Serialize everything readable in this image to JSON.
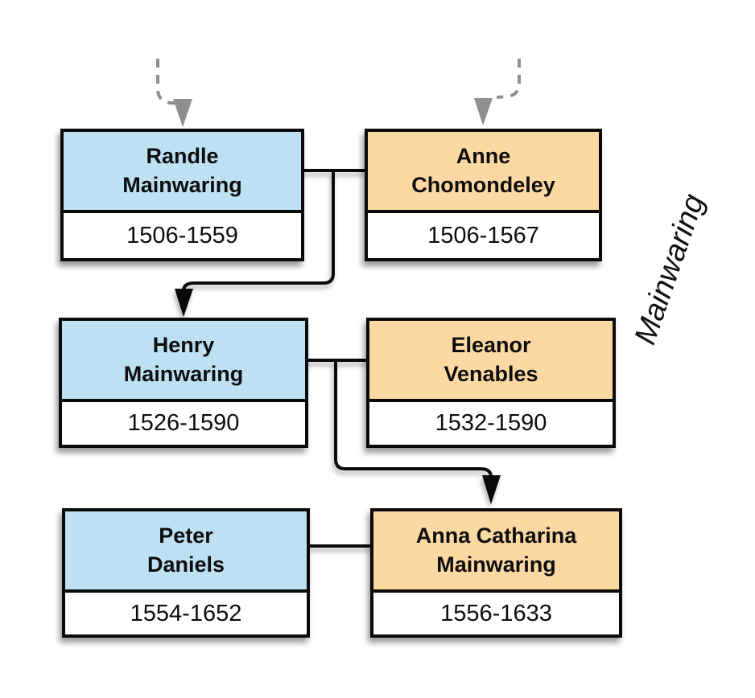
{
  "family_label": "Mainwaring",
  "boxes": [
    {
      "id": "randle",
      "line1": "Randle",
      "line2": "Mainwaring",
      "dates": "1506-1559",
      "fill": "blue"
    },
    {
      "id": "anne",
      "line1": "Anne",
      "line2": "Chomondeley",
      "dates": "1506-1567",
      "fill": "orange"
    },
    {
      "id": "henry",
      "line1": "Henry",
      "line2": "Mainwaring",
      "dates": "1526-1590",
      "fill": "blue"
    },
    {
      "id": "eleanor",
      "line1": "Eleanor",
      "line2": "Venables",
      "dates": "1532-1590",
      "fill": "orange"
    },
    {
      "id": "peter",
      "line1": "Peter",
      "line2": "Daniels",
      "dates": "1554-1652",
      "fill": "blue"
    },
    {
      "id": "anna",
      "line1": "Anna Catharina",
      "line2": "Mainwaring",
      "dates": "1556-1633",
      "fill": "orange"
    }
  ],
  "colors": {
    "male_fill": "#BDE0F3",
    "female_fill": "#FCD8A3",
    "line": "#0a0a0a",
    "dashed_gray": "#8f8f8f"
  }
}
